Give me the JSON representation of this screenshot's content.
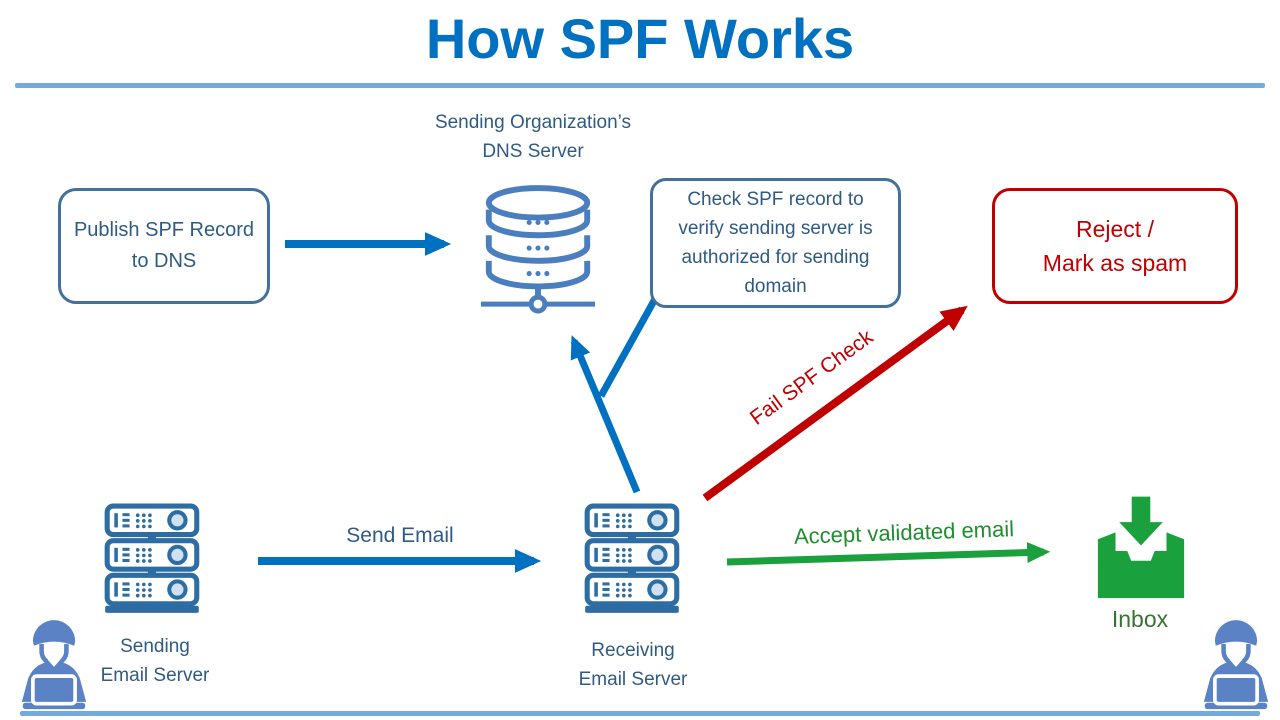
{
  "title": "How SPF Works",
  "colors": {
    "title_blue": "#0070C0",
    "arrow_blue": "#0070C0",
    "dark_text_blue": "#2F5B83",
    "box_border_blue": "#41719C",
    "red": "#C00000",
    "green": "#1AA03C",
    "accept_text_green": "#208E2E",
    "inbox_label_green": "#3A7234",
    "database_icon_blue": "#4A7EBE",
    "server_icon_blue": "#2E6DA4",
    "person_icon_blue": "#5B82C4",
    "divider_blue": "#74A9DC"
  },
  "dns": {
    "label": {
      "line1": "Sending Organization’s",
      "line2": "DNS Server"
    },
    "icon": "database-icon"
  },
  "boxes": {
    "publish": {
      "line1": "Publish SPF Record",
      "line2": "to DNS"
    },
    "check": {
      "line1": "Check SPF record to",
      "line2": "verify sending server is",
      "line3": "authorized for sending",
      "line4": "domain"
    },
    "reject": {
      "line1": "Reject /",
      "line2": "Mark as spam"
    }
  },
  "arrows": {
    "send_email": {
      "label": "Send Email",
      "color": "#0070C0"
    },
    "query_dns": {
      "label": "",
      "color": "#0070C0"
    },
    "fail": {
      "label": "Fail SPF Check",
      "color": "#C00000"
    },
    "accept": {
      "label": "Accept validated email",
      "color": "#1AA03C"
    }
  },
  "servers": {
    "sending": {
      "line1": "Sending",
      "line2": "Email Server",
      "icon": "rack-server-icon"
    },
    "receiving": {
      "line1": "Receiving",
      "line2": "Email Server",
      "icon": "rack-server-icon"
    }
  },
  "inbox": {
    "label": "Inbox",
    "icon": "inbox-tray-icon"
  },
  "people": {
    "left_icon": "person-at-laptop-icon",
    "right_icon": "person-at-laptop-icon"
  }
}
